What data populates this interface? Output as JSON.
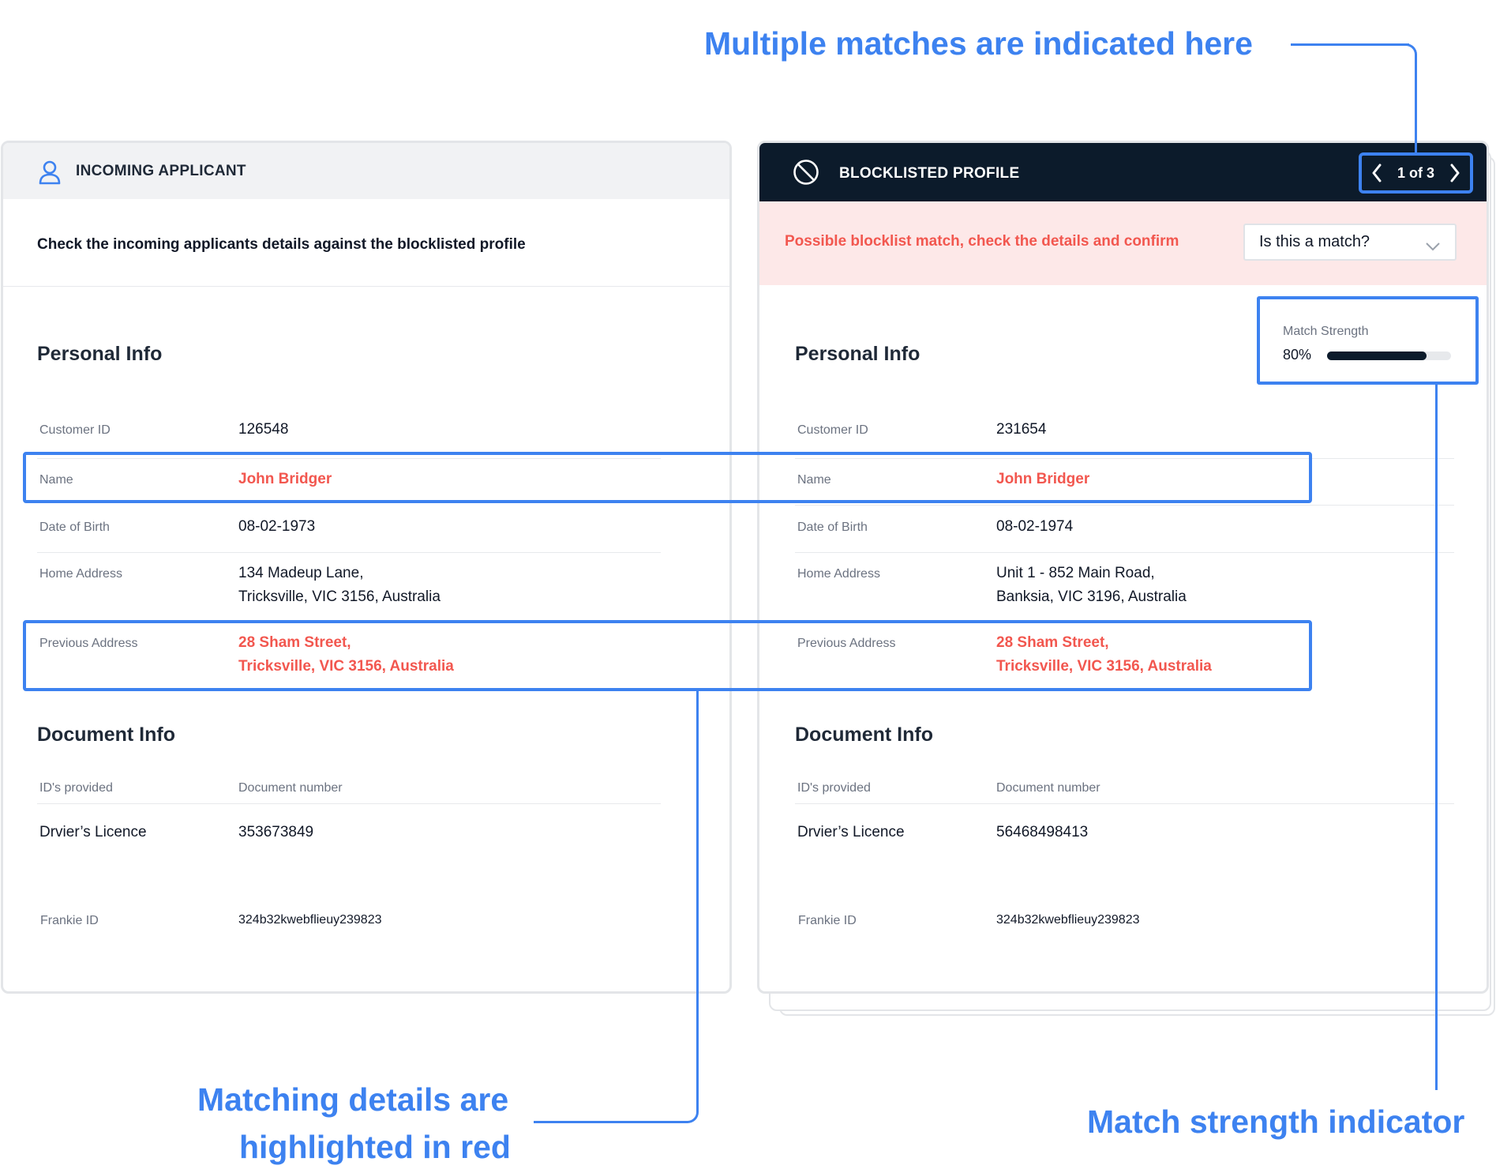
{
  "callouts": {
    "multiple_matches": "Multiple matches are indicated here",
    "matching_details_line1": "Matching details are",
    "matching_details_line2": "highlighted in red",
    "match_strength": "Match strength indicator"
  },
  "applicant": {
    "header_title": "INCOMING APPLICANT",
    "instruction": "Check the incoming applicants details against the blocklisted profile",
    "personal_title": "Personal Info",
    "fields": {
      "customer_id_label": "Customer ID",
      "customer_id": "126548",
      "name_label": "Name",
      "name": "John Bridger",
      "dob_label": "Date of Birth",
      "dob": "08-02-1973",
      "home_label": "Home Address",
      "home_line1": "134 Madeup Lane,",
      "home_line2": "Tricksville, VIC 3156, Australia",
      "prev_label": "Previous Address",
      "prev_line1": "28 Sham Street,",
      "prev_line2": "Tricksville, VIC 3156, Australia"
    },
    "document_title": "Document Info",
    "doc": {
      "ids_label": "ID's provided",
      "number_label": "Document number",
      "id_type": "Drvier’s Licence",
      "number": "353673849",
      "frankie_label": "Frankie ID",
      "frankie_id": "324b32kwebflieuy239823"
    }
  },
  "blocklisted": {
    "header_title": "BLOCKLISTED PROFILE",
    "pager_text": "1 of 3",
    "alert_text": "Possible blocklist match, check the details and confirm",
    "match_select_value": "Is this a match?",
    "match_strength_label": "Match Strength",
    "match_strength_value": "80%",
    "match_strength_fraction": 0.8,
    "personal_title": "Personal Info",
    "fields": {
      "customer_id_label": "Customer ID",
      "customer_id": "231654",
      "name_label": "Name",
      "name": "John Bridger",
      "dob_label": "Date of Birth",
      "dob": "08-02-1974",
      "home_label": "Home Address",
      "home_line1": "Unit 1 - 852 Main Road,",
      "home_line2": "Banksia, VIC 3196, Australia",
      "prev_label": "Previous Address",
      "prev_line1": "28 Sham Street,",
      "prev_line2": "Tricksville, VIC 3156, Australia"
    },
    "document_title": "Document Info",
    "doc": {
      "ids_label": "ID's provided",
      "number_label": "Document number",
      "id_type": "Drvier’s Licence",
      "number": "56468498413",
      "frankie_label": "Frankie ID",
      "frankie_id": "324b32kwebflieuy239823"
    }
  },
  "icons": {
    "applicant": "user-icon",
    "blocklisted": "ban-icon",
    "prev": "chevron-left-icon",
    "next": "chevron-right-icon",
    "select": "chevron-down-icon"
  },
  "colors": {
    "accent_blue": "#3d82f0",
    "match_red": "#f2574f",
    "dark_header": "#0c1b2b",
    "alert_bg": "#fde8e8"
  }
}
